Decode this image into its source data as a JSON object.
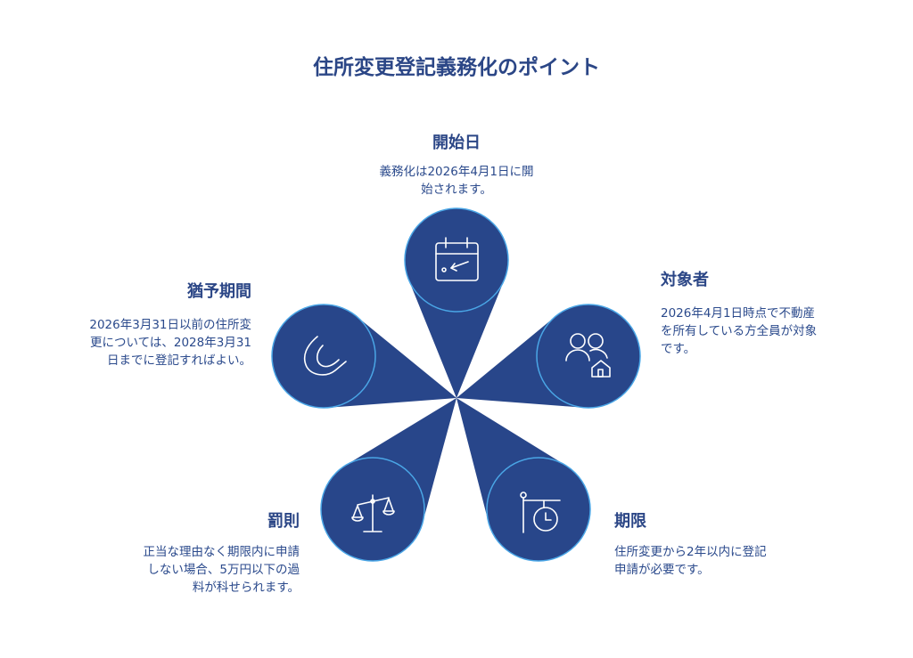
{
  "title": "住所変更登記義務化のポイント",
  "colors": {
    "petal": "#28468a",
    "border": "#4aa6e6",
    "text": "#2b4a8c"
  },
  "points": [
    {
      "heading": "開始日",
      "lines": [
        "義務化は2026年4月1日に開",
        "始されます。"
      ],
      "icon": "calendar-icon"
    },
    {
      "heading": "対象者",
      "lines": [
        "2026年4月1日時点で不動産",
        "を所有している方全員が対象",
        "です。"
      ],
      "icon": "people-house-icon"
    },
    {
      "heading": "期限",
      "lines": [
        "住所変更から2年以内に登記",
        "申請が必要です。"
      ],
      "icon": "clock-sign-icon"
    },
    {
      "heading": "罰則",
      "lines": [
        "正当な理由なく期限内に申請",
        "しない場合、5万円以下の過",
        "料が科せられます。"
      ],
      "icon": "scale-icon"
    },
    {
      "heading": "猶予期間",
      "lines": [
        "2026年3月31日以前の住所変",
        "更については、2028年3月31",
        "日までに登記すればよい。"
      ],
      "icon": "grace-period-icon"
    }
  ]
}
